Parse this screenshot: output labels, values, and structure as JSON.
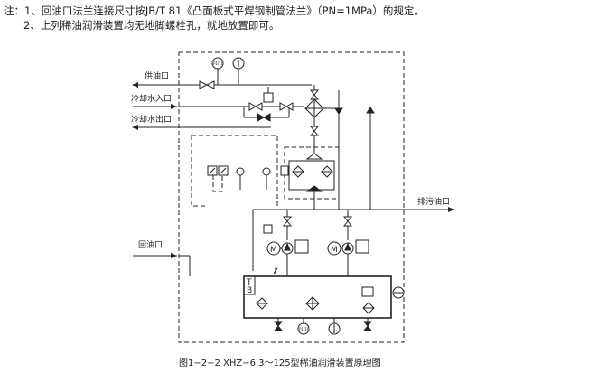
{
  "notes": {
    "line1": "注：1、回油口法兰连接尺寸按JB/T 81《凸面板式平焊钢制管法兰》（PN=1MPa）的规定。",
    "line2": "2、上列稀油润滑装置均无地脚螺栓孔，就地放置即可。"
  },
  "labels": {
    "oil_supply_port": "供油口",
    "cooling_water_in": "冷却水入口",
    "cooling_water_out": "冷却水出口",
    "drain_port": "排污油口",
    "oil_return_port": "回油口",
    "tank_t": "T",
    "tank_b": "B",
    "gauge_text": "P1/10"
  },
  "caption": "图1−2−2  XHZ−6,3～125型稀油润滑装置原理图",
  "icons": [
    "pressure-gauge-icon",
    "thermometer-icon",
    "valve-icon",
    "check-valve-icon",
    "filter-icon",
    "cooler-icon",
    "motor-icon",
    "pump-icon",
    "relief-valve-icon",
    "heater-icon",
    "level-gauge-icon",
    "pressure-switch-icon"
  ]
}
